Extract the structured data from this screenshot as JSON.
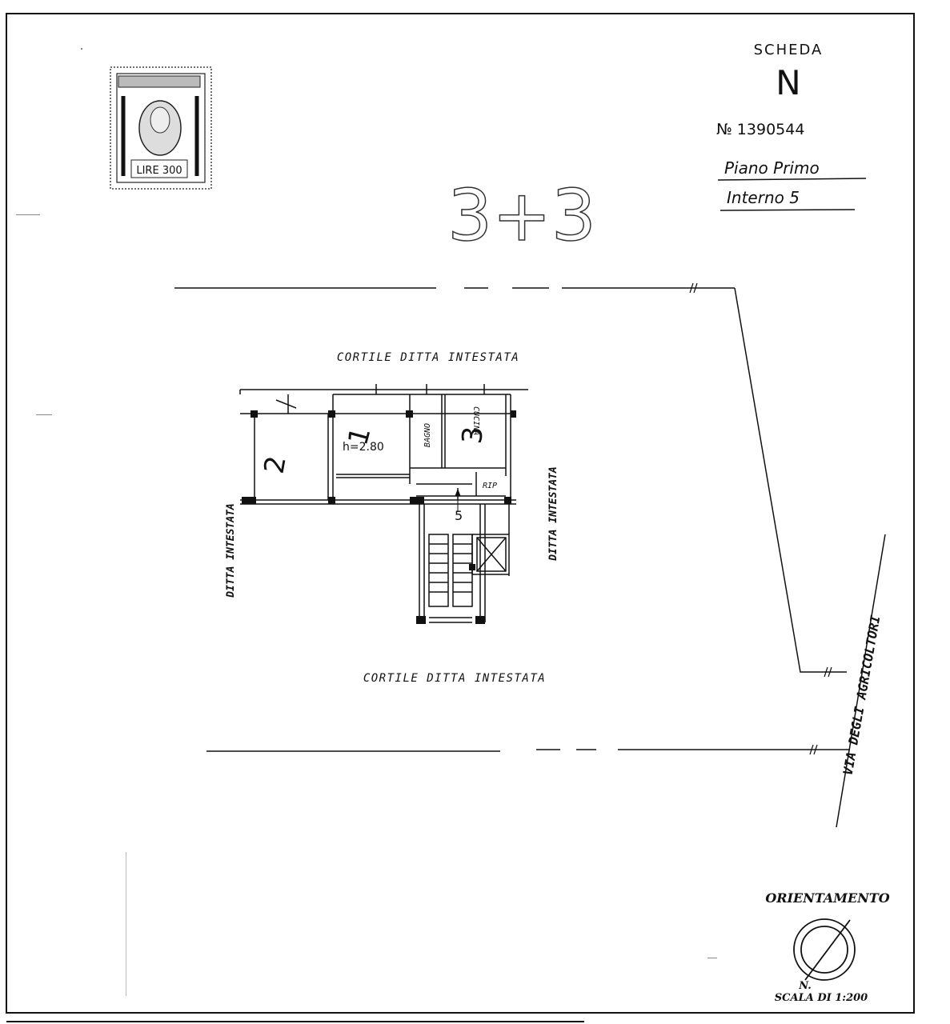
{
  "header": {
    "scheda_label": "SCHEDA",
    "scheda_letter": "N",
    "number": "№ 1390544",
    "floor": "Piano Primo",
    "unit": "Interno 5",
    "handwritten_mark": "3+3"
  },
  "stamp": {
    "text": "LIRE 300"
  },
  "plan": {
    "labels": {
      "courtyard_top": "CORTILE DITTA INTESTATA",
      "courtyard_bottom": "CORTILE DITTA INTESTATA",
      "left_owner": "DITTA INTESTATA",
      "right_owner": "DITTA INTESTATA",
      "height": "h=2.80",
      "bathroom": "BAGNO",
      "kitchen": "CUCINA",
      "storage": "RIP",
      "unit_number": "5"
    },
    "room_marks": {
      "room_1": "1",
      "room_2": "2",
      "kitchen": "3"
    }
  },
  "street": {
    "name": "VIA DEGLI AGRICOLTORI"
  },
  "orientation": {
    "title": "ORIENTAMENTO",
    "north": "N.",
    "scale": "SCALA DI 1:200"
  }
}
